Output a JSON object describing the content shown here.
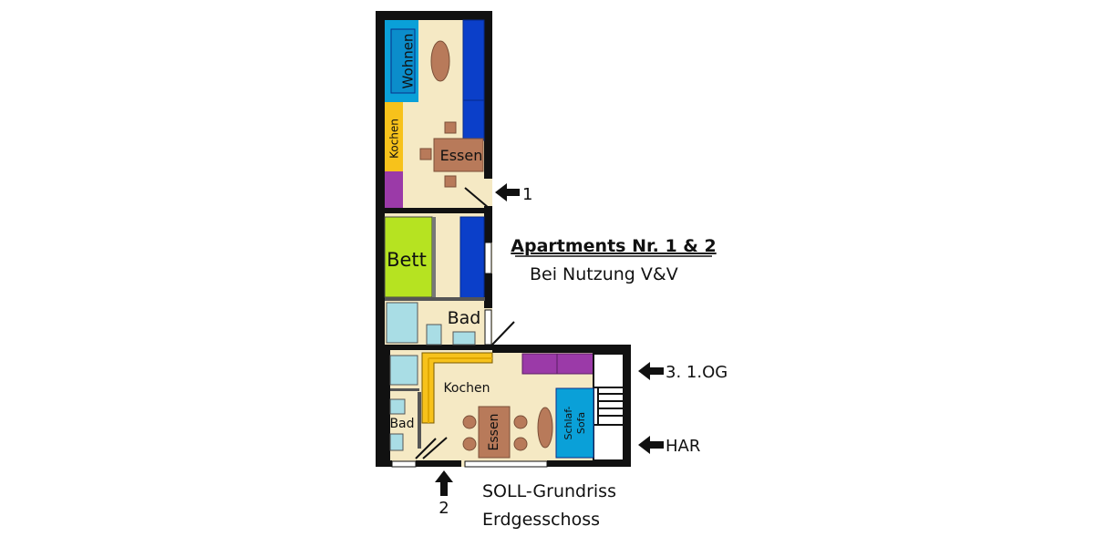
{
  "plan": {
    "rooms": {
      "upper_wohnen": "Wohnen",
      "upper_kochen": "Kochen",
      "upper_essen": "Essen",
      "upper_bett": "Bett",
      "upper_bad": "Bad",
      "lower_kochen": "Kochen",
      "lower_bad": "Bad",
      "lower_essen": "Essen",
      "sofa_line1": "Schlaf-",
      "sofa_line2": "Sofa"
    },
    "entrances": {
      "e1": "1",
      "e2": "2",
      "e3": "3. 1.OG",
      "har": "HAR"
    },
    "title": "Apartments Nr. 1 & 2",
    "subtitle": "Bei Nutzung V&V",
    "caption_line1": "SOLL-Grundriss",
    "caption_line2": "Erdgesschoss"
  },
  "colors": {
    "floor": "#f5e9c4",
    "wall": "#111111",
    "blue_furniture": "#0b3fc9",
    "cyan": "#0aa0d8",
    "yellow": "#f7c21b",
    "purple": "#9b3aa8",
    "lime": "#b6e321",
    "table": "#b87a5a",
    "bath": "#a9dde5"
  }
}
